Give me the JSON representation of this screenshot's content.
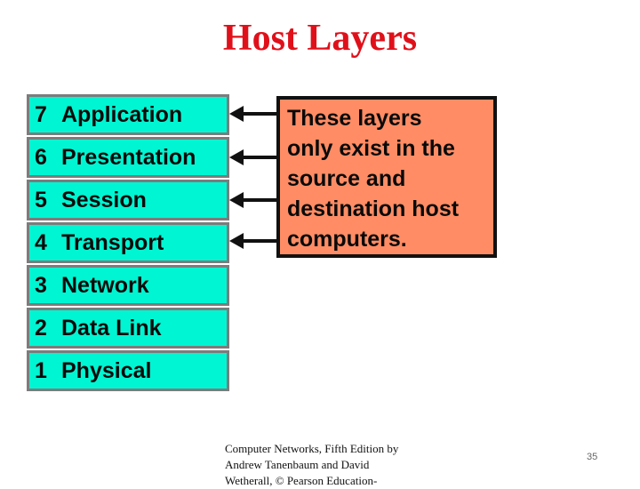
{
  "title": "Host Layers",
  "layers": [
    {
      "number": "7",
      "name": "Application"
    },
    {
      "number": "6",
      "name": "Presentation"
    },
    {
      "number": "5",
      "name": "Session"
    },
    {
      "number": "4",
      "name": "Transport"
    },
    {
      "number": "3",
      "name": "Network"
    },
    {
      "number": "2",
      "name": "Data Link"
    },
    {
      "number": "1",
      "name": "Physical"
    }
  ],
  "note": {
    "lines": [
      "These layers",
      "only exist in the",
      "source and",
      "destination host",
      "computers."
    ]
  },
  "footer": {
    "citation_lines": [
      "Computer Networks, Fifth Edition by",
      "Andrew Tanenbaum and David",
      "Wetherall, © Pearson Education-"
    ],
    "page_number": "35"
  },
  "colors": {
    "title": "#e0101a",
    "layer_fill": "#00f5d2",
    "note_fill": "#ff8c64"
  }
}
